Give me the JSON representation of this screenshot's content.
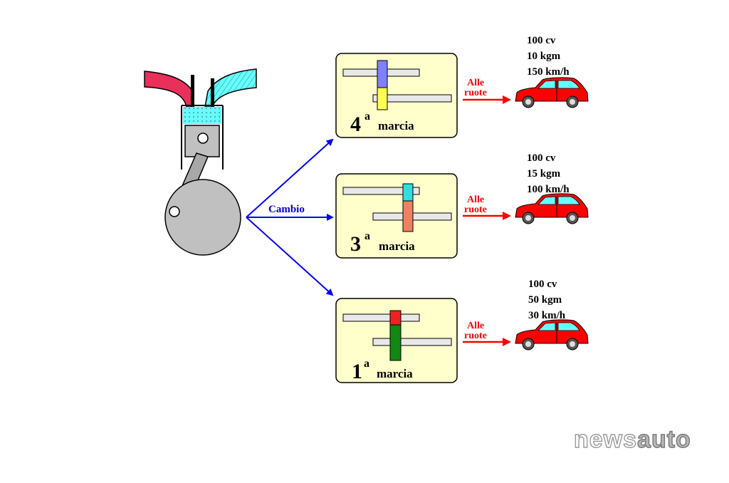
{
  "colors": {
    "panel_fill": "#ffffcc",
    "arrow_blue": "#0000ff",
    "arrow_red": "#ff0000",
    "car_body": "#ff0000",
    "car_window": "#66ffff",
    "intake_red": "#e8305a",
    "exhaust_cyan": "#66ffff",
    "piston_grey": "#c0c0c0"
  },
  "diagram": {
    "gearbox_label": "Cambio",
    "gears": [
      {
        "number": "4",
        "sup": "a",
        "word": "marcia",
        "to_wheels": [
          "Alle",
          "ruote"
        ],
        "specs": [
          "100 cv",
          "10 kgm",
          "150 km/h"
        ],
        "gear_top_color": "#8080ff",
        "gear_bottom_color": "#ffff55"
      },
      {
        "number": "3",
        "sup": "a",
        "word": "marcia",
        "to_wheels": [
          "Alle",
          "ruote"
        ],
        "specs": [
          "100 cv",
          "15 kgm",
          "100 km/h"
        ],
        "gear_top_color": "#33dddd",
        "gear_bottom_color": "#f08060"
      },
      {
        "number": "1",
        "sup": "a",
        "word": "marcia",
        "to_wheels": [
          "Alle",
          "ruote"
        ],
        "specs": [
          "100 cv",
          "50 kgm",
          "30 km/h"
        ],
        "gear_top_color": "#ee2222",
        "gear_bottom_color": "#118811"
      }
    ]
  },
  "watermark": {
    "part1": "news",
    "part2": "auto"
  }
}
